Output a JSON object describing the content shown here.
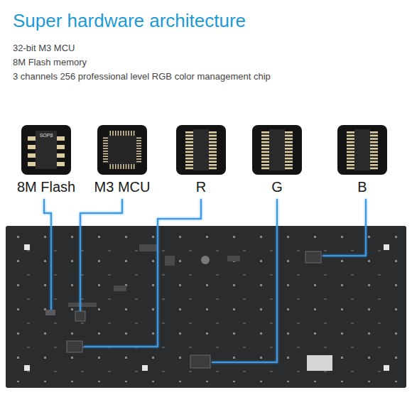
{
  "diagram": {
    "title": "Super hardware architecture",
    "nodes": [
      {
        "text": [
          "SOP8",
          "8M Flash"
        ]
      },
      {
        "text": [
          "M3 MCU"
        ]
      },
      {
        "text": [
          "R"
        ]
      },
      {
        "text": [
          "G"
        ]
      },
      {
        "text": [
          "B"
        ]
      }
    ],
    "labels": [
      "32-bit M3 MCU",
      "8M Flash memory",
      "3 channels 256 professional level RGB color management chip"
    ]
  }
}
